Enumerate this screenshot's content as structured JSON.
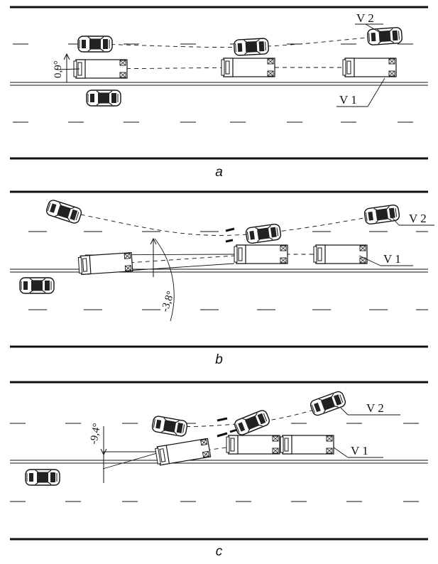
{
  "panels": [
    {
      "id": "a",
      "caption": "a",
      "angle_label": "0,9°",
      "v1_label": "V 1",
      "v2_label": "V 2"
    },
    {
      "id": "b",
      "caption": "b",
      "angle_label": "-3,8°",
      "v1_label": "V 1",
      "v2_label": "V 2"
    },
    {
      "id": "c",
      "caption": "c",
      "angle_label": "-9,4°",
      "v1_label": "V 1",
      "v2_label": "V 2"
    }
  ],
  "colors": {
    "line": "#111111",
    "background": "#ffffff"
  }
}
